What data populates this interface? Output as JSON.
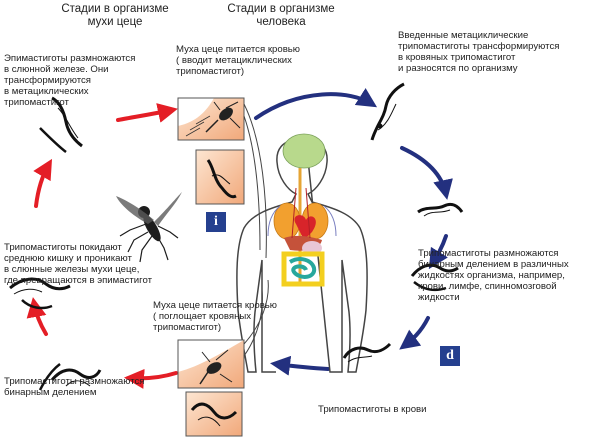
{
  "headers": {
    "fly_stages": "Стадии в организме\nмухи цеце",
    "human_stages": "Стадии в организме\nчеловека"
  },
  "steps": {
    "s1": "Муха цеце питается кровью\n( вводит метациклических\nтрипомастигот)",
    "s2": "Введенные метациклические\nтрипомастиготы трансформируются\nв кровяных трипомастигот\nи разносятся по организму",
    "s3": "Трипомастиготы размножаются\nбинарным делением в различных\nжидкостях организма, например,\nкрови, лимфе, спинномозговой\nжидкости",
    "s4": "Трипомастиготы в крови",
    "s5": "Муха цеце питается кровью\n( поглощает кровяных\nтрипомастигот)",
    "s6": "Трипомастиготы размножаются\nбинарным делением",
    "s7": "Трипомастиготы покидают\nсреднюю кишку и проникают\nв слюнные железы мухи цеце,\nгде превращаются в эпимастигот",
    "s8": "Эпимастиготы размножаются\nв слюнной железе. Они\nтрансформируются\nв метациклических\nтрипомастигот"
  },
  "badges": {
    "infective": "i",
    "diagnostic": "d"
  },
  "colors": {
    "human_cycle_arrow": "#23307f",
    "fly_cycle_arrow": "#e41e26",
    "badge": "#25408f",
    "inset_background": "#f5c49f"
  }
}
